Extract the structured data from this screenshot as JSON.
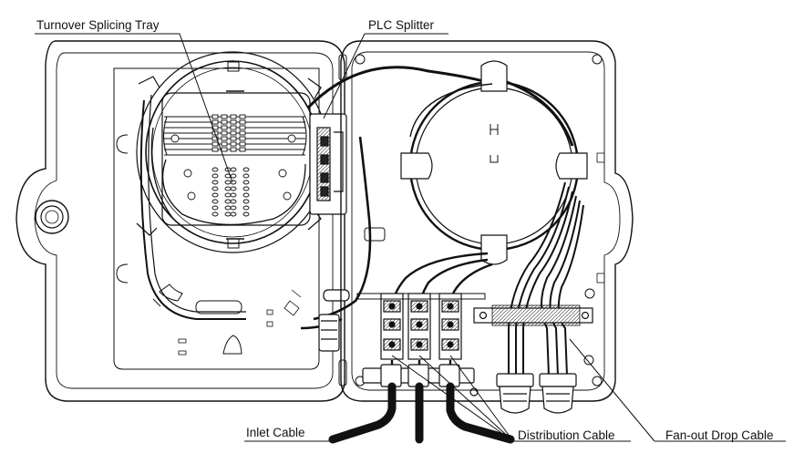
{
  "labels": {
    "turnover_splicing_tray": "Turnover Splicing Tray",
    "plc_splitter": "PLC Splitter",
    "inlet_cable": "Inlet Cable",
    "distribution_cable": "Distribution Cable",
    "fanout_drop_cable": "Fan-out Drop Cable"
  },
  "colors": {
    "ink": "#111111",
    "paper": "#ffffff",
    "cable": "#1a1a1a"
  }
}
